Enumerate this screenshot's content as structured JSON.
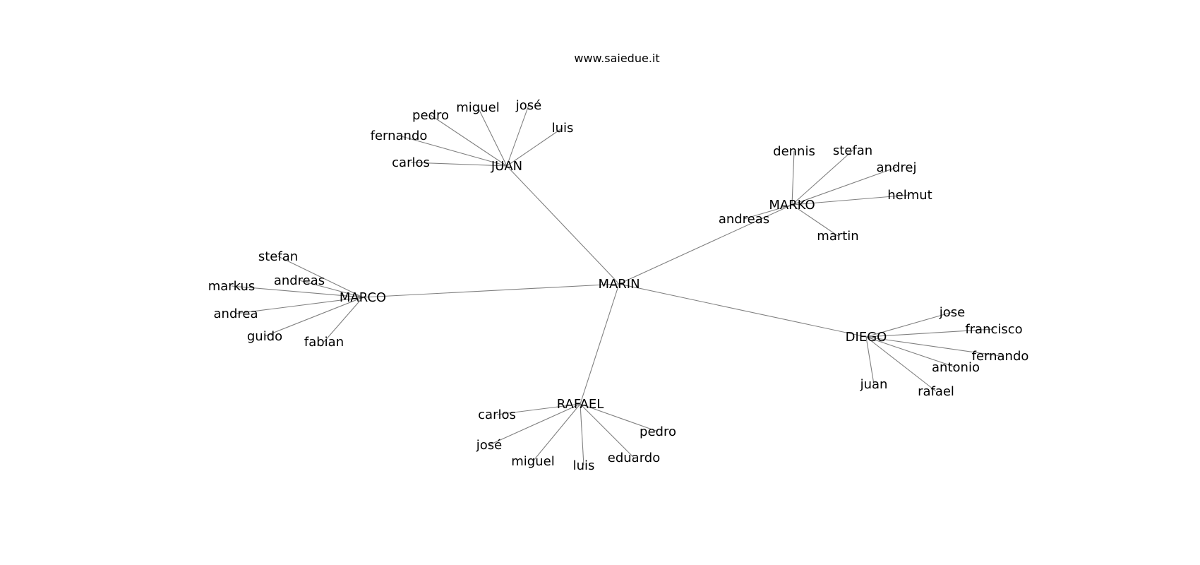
{
  "site_label": "www.saiedue.it",
  "graph": {
    "edge_color": "#808080",
    "label_color": "#000000",
    "root": "MARIN",
    "hubs": [
      {
        "id": "JUAN",
        "label": "JUAN",
        "leaves": [
          "carlos",
          "fernando",
          "pedro",
          "miguel",
          "josé",
          "luis"
        ]
      },
      {
        "id": "MARKO",
        "label": "MARKO",
        "leaves": [
          "dennis",
          "stefan",
          "andrej",
          "helmut",
          "martin",
          "andreas"
        ]
      },
      {
        "id": "MARCO",
        "label": "MARCO",
        "leaves": [
          "stefan",
          "andreas",
          "markus",
          "andrea",
          "guido",
          "fabian"
        ]
      },
      {
        "id": "DIEGO",
        "label": "DIEGO",
        "leaves": [
          "jose",
          "francisco",
          "fernando",
          "antonio",
          "rafael",
          "juan"
        ]
      },
      {
        "id": "RAFAEL",
        "label": "RAFAEL",
        "leaves": [
          "carlos",
          "josé",
          "miguel",
          "luis",
          "eduardo",
          "pedro"
        ]
      }
    ]
  }
}
